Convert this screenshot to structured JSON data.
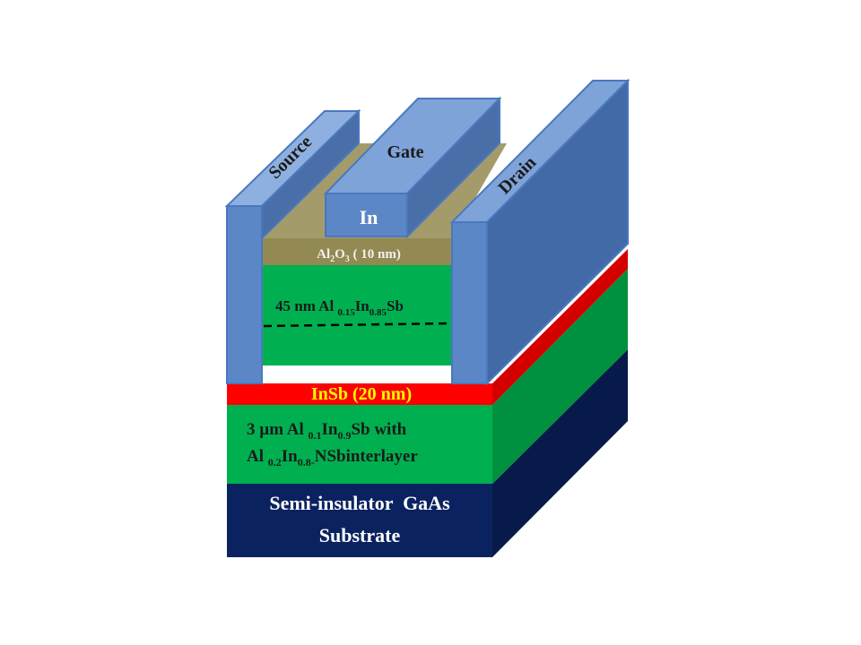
{
  "labels": {
    "source": "Source",
    "gate": "Gate",
    "drain": "Drain",
    "gate_metal": "In",
    "oxide": {
      "base1": "Al",
      "sub1": "2",
      "base2": "O",
      "sub2": "3",
      "rest": " ( 10 nm)"
    },
    "barrier": {
      "pre": "45 nm Al ",
      "sub1": "0.15",
      "mid": "In",
      "sub2": "0.85",
      "post": "Sb"
    },
    "channel": "InSb (20 nm)",
    "buffer_line1": {
      "pre": "3 µm Al ",
      "sub1": "0.1",
      "mid": "In",
      "sub2": "0.9",
      "post": "Sb  with"
    },
    "buffer_line2": {
      "pre": "Al ",
      "sub1": "0.2",
      "mid": "In",
      "sub2": "0.8-",
      "post": "NSbinterlayer"
    },
    "substrate_line1": "Semi-insulator  GaAs",
    "substrate_line2": "Substrate"
  },
  "colors": {
    "substrate": "#0b2260",
    "buffer": "#00b050",
    "channel": "#ff0000",
    "barrier": "#00b050",
    "oxide": "#938953",
    "contact": "#5b87c7",
    "channel_text": "#ffff00",
    "substrate_text": "#ffffff",
    "dark_text": "#1a1a1a",
    "oxide_text": "#f2f2f2"
  }
}
